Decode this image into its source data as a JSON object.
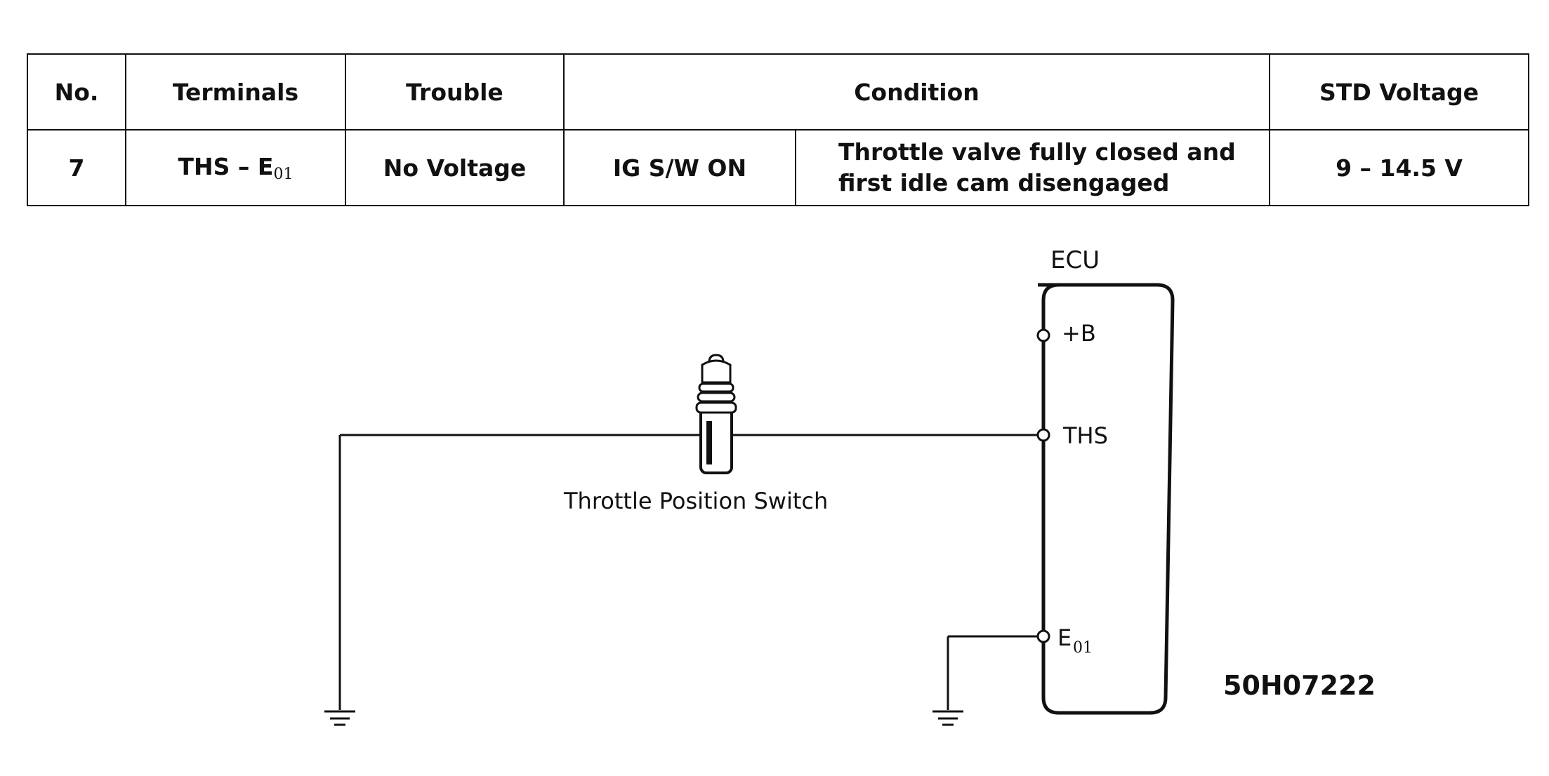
{
  "table": {
    "headers": {
      "no": "No.",
      "terminals": "Terminals",
      "trouble": "Trouble",
      "condition": "Condition",
      "std_voltage": "STD Voltage"
    },
    "row": {
      "no": "7",
      "terminals_main": "THS  –  E",
      "terminals_sub": "01",
      "trouble": "No Voltage",
      "condition_switch": "IG S/W ON",
      "condition_line1": "Throttle valve fully closed and",
      "condition_line2": "first idle cam disengaged",
      "std_voltage": "9 – 14.5 V"
    }
  },
  "diagram": {
    "ecu_label": "ECU",
    "terminal_b": "+B",
    "terminal_ths": "THS",
    "terminal_e_main": "E",
    "terminal_e_sub": "01",
    "switch_label": "Throttle Position Switch",
    "figure_code": "50H07222"
  }
}
